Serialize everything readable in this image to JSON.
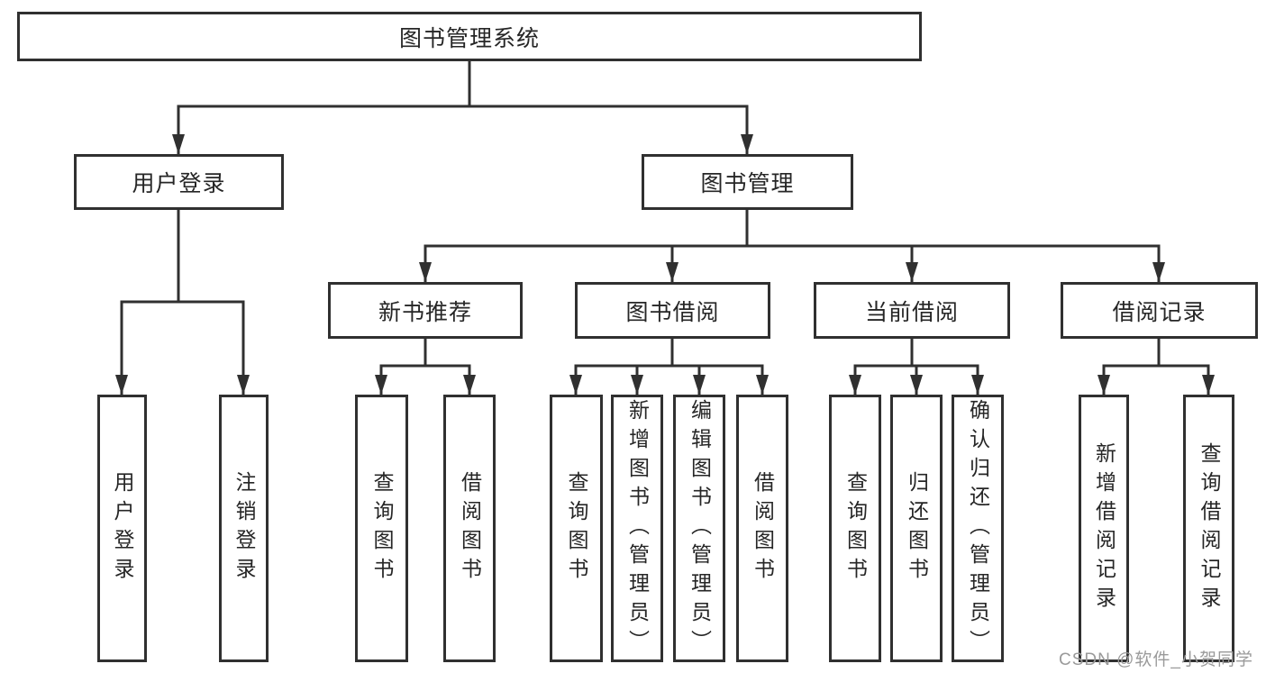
{
  "colors": {
    "line": "#303030",
    "box_border": "#303030",
    "text": "#262626",
    "watermark": "#9a9a9a",
    "background": "#ffffff"
  },
  "watermark": "CSDN @软件_小贺同学",
  "tree": {
    "root": {
      "label": "图书管理系统"
    },
    "level2": [
      {
        "label": "用户登录",
        "children": [
          {
            "label": "用户登录"
          },
          {
            "label": "注销登录"
          }
        ]
      },
      {
        "label": "图书管理",
        "children": [
          {
            "label": "新书推荐",
            "children": [
              {
                "label": "查询图书"
              },
              {
                "label": "借阅图书"
              }
            ]
          },
          {
            "label": "图书借阅",
            "children": [
              {
                "label": "查询图书"
              },
              {
                "label": "新增图书（管理员）"
              },
              {
                "label": "编辑图书（管理员）"
              },
              {
                "label": "借阅图书"
              }
            ]
          },
          {
            "label": "当前借阅",
            "children": [
              {
                "label": "查询图书"
              },
              {
                "label": "归还图书"
              },
              {
                "label": "确认归还（管理员）"
              }
            ]
          },
          {
            "label": "借阅记录",
            "children": [
              {
                "label": "新增借阅记录"
              },
              {
                "label": "查询借阅记录"
              }
            ]
          }
        ]
      }
    ]
  }
}
